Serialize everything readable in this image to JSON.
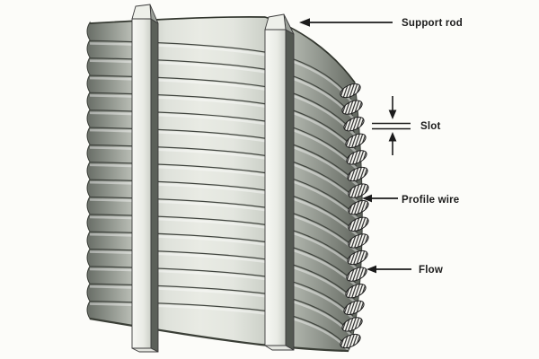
{
  "diagram": {
    "background_color": "#fcfcf9",
    "labels": {
      "support_rod": "Support rod",
      "slot": "Slot",
      "profile_wire": "Profile wire",
      "flow": "Flow"
    },
    "colors": {
      "face_light": "#e9ebe4",
      "face_dark": "#585d56",
      "wire_line": "#41453f",
      "rod_front": "#f2f4ee",
      "rod_side": "#5b6059",
      "cross_section_fill": "#f5f5f0",
      "hatch_line": "#262626",
      "annotation": "#1b1b1b"
    }
  }
}
